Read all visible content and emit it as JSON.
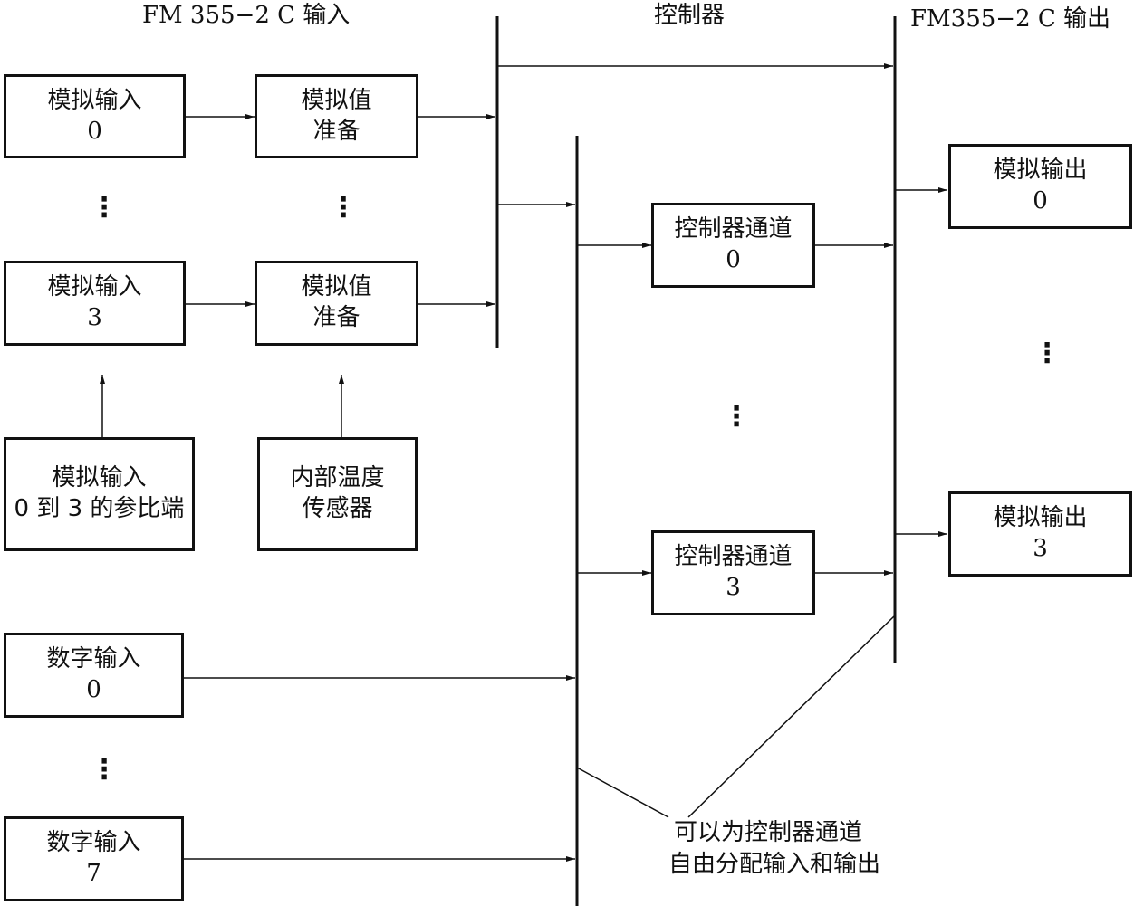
{
  "headers": {
    "input": "FM 355−2 C 输入",
    "controller": "控制器",
    "output": "FM355−2 C 输出"
  },
  "analog_inputs": [
    {
      "label": "模拟输入",
      "index": "0"
    },
    {
      "label": "模拟输入",
      "index": "3"
    }
  ],
  "value_prep": [
    {
      "line1": "模拟值",
      "line2": "准备"
    },
    {
      "line1": "模拟值",
      "line2": "准备"
    }
  ],
  "reference_junction": {
    "line1": "模拟输入",
    "line2": "0 到 3 的参比端"
  },
  "temp_sensor": {
    "line1": "内部温度",
    "line2": "传感器"
  },
  "digital_inputs": [
    {
      "label": "数字输入",
      "index": "0"
    },
    {
      "label": "数字输入",
      "index": "7"
    }
  ],
  "controller_channels": [
    {
      "label": "控制器通道",
      "index": "0"
    },
    {
      "label": "控制器通道",
      "index": "3"
    }
  ],
  "analog_outputs": [
    {
      "label": "模拟输出",
      "index": "0"
    },
    {
      "label": "模拟输出",
      "index": "3"
    }
  ],
  "ellipsis": "⋮",
  "note": {
    "line1": "可以为控制器通道",
    "line2": "自由分配输入和输出"
  }
}
